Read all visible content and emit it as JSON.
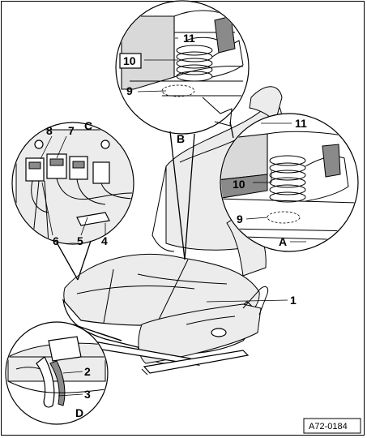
{
  "callouts": {
    "n1": "1",
    "n2": "2",
    "n3": "3",
    "n4": "4",
    "n5": "5",
    "n6": "6",
    "n7": "7",
    "n8": "8",
    "n9_top": "9",
    "n9_right": "9",
    "n10_top": "10",
    "n10_right": "10",
    "n11_top": "11",
    "n11_right": "11"
  },
  "detail_labels": {
    "A": "A",
    "B": "B",
    "C": "C",
    "D": "D"
  },
  "figure_code": "A72-0184"
}
